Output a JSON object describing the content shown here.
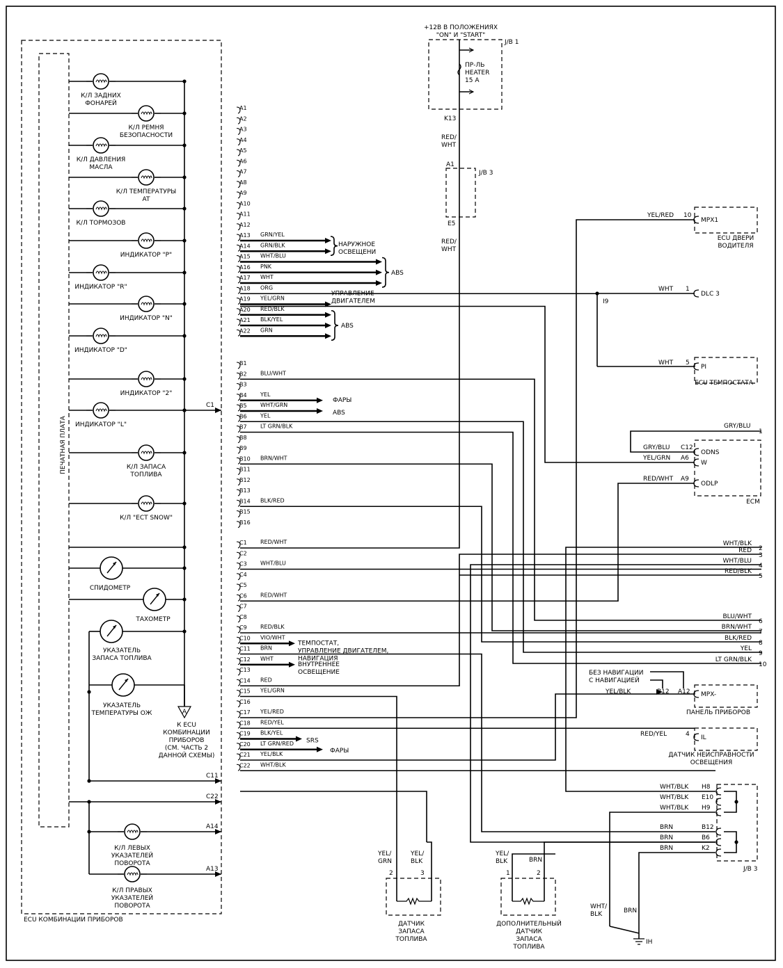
{
  "ecu_cluster": {
    "title": "ECU  КОМБИНАЦИИ ПРИБОРОВ",
    "pcb_label": "ПЕЧАТНАЯ ПЛАТА",
    "lamps": [
      [
        "К/Л ЗАДНИХ",
        "ФОНАРЕЙ"
      ],
      [
        "К/Л РЕМНЯ",
        "БЕЗОПАСНОСТИ"
      ],
      [
        "К/Л ДАВЛЕНИЯ",
        "МАСЛА"
      ],
      [
        "К/Л ТЕМПЕРАТУРЫ",
        "AT"
      ],
      [
        "К/Л ТОРМОЗОВ"
      ],
      [
        "ИНДИКАТОР \"P\""
      ],
      [
        "ИНДИКАТОР \"R\""
      ],
      [
        "ИНДИКАТОР \"N\""
      ],
      [
        "ИНДИКАТОР \"D\""
      ],
      [
        "ИНДИКАТОР \"2\""
      ],
      [
        "ИНДИКАТОР \"L\""
      ],
      [
        "К/Л ЗАПАСА",
        "ТОПЛИВА"
      ],
      [
        "К/Л \"ECT SNOW\""
      ]
    ],
    "gauges": [
      [
        "СПИДОМЕТР"
      ],
      [
        "ТАХОМЕТР"
      ],
      [
        "УКАЗАТЕЛЬ",
        "ЗАПАСА ТОПЛИВА"
      ],
      [
        "УКАЗАТЕЛЬ",
        "ТЕМПЕРАТУРЫ ОЖ"
      ]
    ],
    "turn_lamps": [
      [
        "К/Л ЛЕВЫХ",
        "УКАЗАТЕЛЕЙ",
        "ПОВОРОТА"
      ],
      [
        "К/Л ПРАВЫХ",
        "УКАЗАТЕЛЕЙ",
        "ПОВОРОТА"
      ]
    ],
    "ground_ref": {
      "letter": "A",
      "text": [
        "К ECU",
        "КОМБИНАЦИИ",
        "ПРИБОРОВ",
        "(СМ. ЧАСТЬ 2",
        "ДАННОЙ СХЕМЫ)"
      ]
    },
    "outputs": [
      "C1",
      "C11",
      "C22",
      "A14",
      "A13"
    ]
  },
  "connector_a": [
    {
      "pin": "A1",
      "wire": ""
    },
    {
      "pin": "A2",
      "wire": ""
    },
    {
      "pin": "A3",
      "wire": ""
    },
    {
      "pin": "A4",
      "wire": ""
    },
    {
      "pin": "A5",
      "wire": ""
    },
    {
      "pin": "A6",
      "wire": ""
    },
    {
      "pin": "A7",
      "wire": ""
    },
    {
      "pin": "A8",
      "wire": ""
    },
    {
      "pin": "A9",
      "wire": ""
    },
    {
      "pin": "A10",
      "wire": ""
    },
    {
      "pin": "A11",
      "wire": ""
    },
    {
      "pin": "A12",
      "wire": ""
    },
    {
      "pin": "A13",
      "wire": "GRN/YEL"
    },
    {
      "pin": "A14",
      "wire": "GRN/BLK"
    },
    {
      "pin": "A15",
      "wire": "WHT/BLU"
    },
    {
      "pin": "A16",
      "wire": "PNK"
    },
    {
      "pin": "A17",
      "wire": "WHT"
    },
    {
      "pin": "A18",
      "wire": "ORG"
    },
    {
      "pin": "A19",
      "wire": "YEL/GRN"
    },
    {
      "pin": "A20",
      "wire": "RED/BLK"
    },
    {
      "pin": "A21",
      "wire": "BLK/YEL"
    },
    {
      "pin": "A22",
      "wire": "GRN"
    }
  ],
  "connector_b": [
    {
      "pin": "B1",
      "wire": ""
    },
    {
      "pin": "B2",
      "wire": "BLU/WHT"
    },
    {
      "pin": "B3",
      "wire": ""
    },
    {
      "pin": "B4",
      "wire": "YEL"
    },
    {
      "pin": "B5",
      "wire": "WHT/GRN"
    },
    {
      "pin": "B6",
      "wire": "YEL"
    },
    {
      "pin": "B7",
      "wire": "LT GRN/BLK"
    },
    {
      "pin": "B8",
      "wire": ""
    },
    {
      "pin": "B9",
      "wire": ""
    },
    {
      "pin": "B10",
      "wire": "BRN/WHT"
    },
    {
      "pin": "B11",
      "wire": ""
    },
    {
      "pin": "B12",
      "wire": ""
    },
    {
      "pin": "B13",
      "wire": ""
    },
    {
      "pin": "B14",
      "wire": "BLK/RED"
    },
    {
      "pin": "B15",
      "wire": ""
    },
    {
      "pin": "B16",
      "wire": ""
    }
  ],
  "connector_c": [
    {
      "pin": "C1",
      "wire": "RED/WHT"
    },
    {
      "pin": "C2",
      "wire": ""
    },
    {
      "pin": "C3",
      "wire": "WHT/BLU"
    },
    {
      "pin": "C4",
      "wire": ""
    },
    {
      "pin": "C5",
      "wire": ""
    },
    {
      "pin": "C6",
      "wire": "RED/WHT"
    },
    {
      "pin": "C7",
      "wire": ""
    },
    {
      "pin": "C8",
      "wire": ""
    },
    {
      "pin": "C9",
      "wire": "RED/BLK"
    },
    {
      "pin": "C10",
      "wire": "VIO/WHT"
    },
    {
      "pin": "C11",
      "wire": "BRN"
    },
    {
      "pin": "C12",
      "wire": "WHT"
    },
    {
      "pin": "C13",
      "wire": ""
    },
    {
      "pin": "C14",
      "wire": "RED"
    },
    {
      "pin": "C15",
      "wire": "YEL/GRN"
    },
    {
      "pin": "C16",
      "wire": ""
    },
    {
      "pin": "C17",
      "wire": "YEL/RED"
    },
    {
      "pin": "C18",
      "wire": "RED/YEL"
    },
    {
      "pin": "C19",
      "wire": "BLK/YEL"
    },
    {
      "pin": "C20",
      "wire": "LT GRN/RED"
    },
    {
      "pin": "C21",
      "wire": "YEL/BLK"
    },
    {
      "pin": "C22",
      "wire": "WHT/BLK"
    }
  ],
  "destinations": {
    "outer_lighting": [
      "НАРУЖНОЕ",
      "ОСВЕЩЕНИ"
    ],
    "abs": "ABS",
    "engine_control": [
      "УПРАВЛЕНИЕ",
      "ДВИГАТЕЛЕМ"
    ],
    "headlights": "ФАРЫ",
    "thermostat": [
      "ТЕМПОСТАТ,",
      "УПРАВЛЕНИЕ ДВИГАТЕЛЕМ,",
      "НАВИГАЦИЯ"
    ],
    "interior_light": [
      "ВНУТРЕННЕЕ",
      "ОСВЕЩЕНИЕ"
    ],
    "srs": "SRS"
  },
  "power": {
    "supply": [
      "+12В В ПОЛОЖЕНИЯХ",
      "\"ON\" И \"START\""
    ],
    "jb1": "J/B 1",
    "fuse": [
      "ПР-ЛЬ",
      "HEATER",
      "15 A"
    ],
    "k13": "K13",
    "wire1": [
      "RED/",
      "WHT"
    ],
    "a1": "A1",
    "jb3": "J/B 3",
    "e5": "E5",
    "wire2": [
      "RED/",
      "WHT"
    ]
  },
  "door_ecu": {
    "wire": "YEL/RED",
    "pin": "10",
    "term": "MPX1",
    "label": [
      "ECU  ДВЕРИ",
      "ВОДИТЕЛЯ"
    ]
  },
  "dlc": {
    "wire": "WHT",
    "pin": "1",
    "label": "DLC 3",
    "splice": "I9"
  },
  "tempostat": {
    "wire": "WHT",
    "pin": "5",
    "term": "PI",
    "label": "ECU  ТЕМПОСТАТА"
  },
  "ecm": {
    "label": "ECM",
    "top_wire": "GRY/BLU",
    "top_num": "1",
    "terms": [
      {
        "wire": "GRY/BLU",
        "pin": "C12",
        "term": "ODNS"
      },
      {
        "wire": "YEL/GRN",
        "pin": "A6",
        "term": "W"
      },
      {
        "wire": "RED/WHT",
        "pin": "A9",
        "term": "ODLP"
      }
    ]
  },
  "right_wires": [
    {
      "wire": "WHT/BLK",
      "num": "2"
    },
    {
      "wire": "RED",
      "num": "3"
    },
    {
      "wire": "WHT/BLU",
      "num": "4"
    },
    {
      "wire": "RED/BLK",
      "num": "5"
    },
    {
      "wire": "BLU/WHT",
      "num": "6"
    },
    {
      "wire": "BRN/WHT",
      "num": "7"
    },
    {
      "wire": "BLK/RED",
      "num": "8"
    },
    {
      "wire": "YEL",
      "num": "9"
    },
    {
      "wire": "LT GRN/BLK",
      "num": "10"
    }
  ],
  "panel": {
    "note": [
      "БЕЗ НАВИГАЦИИ",
      "С НАВИГАЦИЕЙ"
    ],
    "wire": "YEL/BLK",
    "pins": [
      "B12",
      "A12"
    ],
    "term": "MPX-",
    "label": "ПАНЕЛЬ ПРИБОРОВ"
  },
  "light_sensor": {
    "wire": "RED/YEL",
    "pin": "4",
    "term": "IL",
    "label": [
      "ДАТЧИК НЕИСПРАВНОСТИ",
      "ОСВЕЩЕНИЯ"
    ]
  },
  "jb3_bottom": {
    "label": "J/B 3",
    "rows": [
      {
        "wire": "WHT/BLK",
        "pin": "H8"
      },
      {
        "wire": "WHT/BLK",
        "pin": "E10"
      },
      {
        "wire": "WHT/BLK",
        "pin": "H9"
      },
      {
        "wire": "BRN",
        "pin": "B12"
      },
      {
        "wire": "BRN",
        "pin": "B6"
      },
      {
        "wire": "BRN",
        "pin": "K2"
      }
    ]
  },
  "fuel_sensor": {
    "w1": [
      "YEL/",
      "GRN"
    ],
    "w2": [
      "YEL/",
      "BLK"
    ],
    "p1": "2",
    "p2": "3",
    "label": [
      "ДАТЧИК",
      "ЗАПАСА",
      "ТОПЛИВА"
    ]
  },
  "fuel_sensor2": {
    "w1": [
      "YEL/",
      "BLK"
    ],
    "w2": "BRN",
    "p1": "1",
    "p2": "2",
    "label": [
      "ДОПОЛНИТЕЛЬНЫЙ",
      "ДАТЧИК",
      "ЗАПАСА",
      "ТОПЛИВА"
    ]
  },
  "ground": {
    "w1": [
      "WHT/",
      "BLK"
    ],
    "w2": "BRN",
    "label": "IH"
  }
}
